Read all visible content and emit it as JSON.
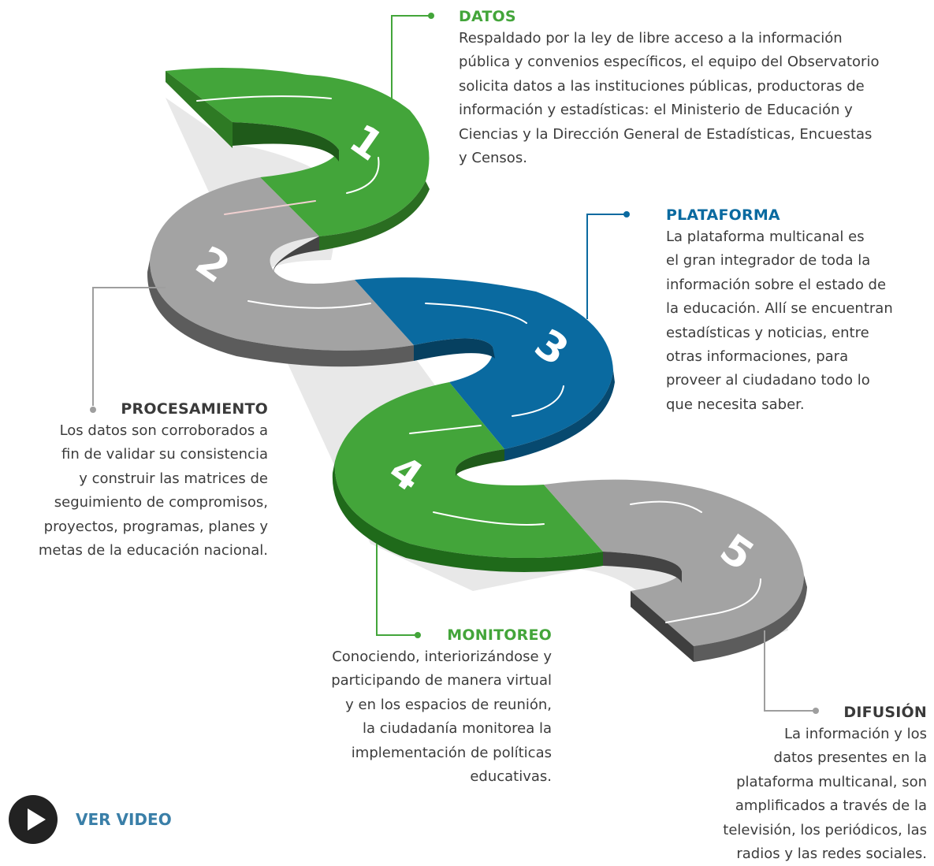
{
  "steps": [
    {
      "number": "1",
      "title": "DATOS",
      "description": "Respaldado por la ley de libre acceso a la información\npública y convenios específicos, el equipo del Observatorio\nsolicita datos a las instituciones públicas, productoras de\ninformación y estadísticas: el Ministerio de Educación y\nCiencias y la Dirección General de Estadísticas, Encuestas\ny Censos.",
      "color": "#43a53a"
    },
    {
      "number": "2",
      "title": "PROCESAMIENTO",
      "description": "Los datos son corroborados a\nfin de validar su consistencia\ny construir las matrices de\nseguimiento de compromisos,\nproyectos, programas, planes y\nmetas de la educación nacional.",
      "color": "#9e9e9e"
    },
    {
      "number": "3",
      "title": "PLATAFORMA",
      "description": "La plataforma multicanal es\nel gran integrador de toda la\ninformación sobre el estado de\nla educación. Allí se encuentran\nestadísticas y noticias, entre\notras informaciones, para\nproveer al ciudadano todo lo\nque necesita saber.",
      "color": "#0a6aa0"
    },
    {
      "number": "4",
      "title": "MONITOREO",
      "description": "Conociendo, interiorizándose y\nparticipando de manera virtual\ny en los espacios de reunión,\nla ciudadanía monitorea la\nimplementación de políticas\neducativas.",
      "color": "#43a53a"
    },
    {
      "number": "5",
      "title": "DIFUSIÓN",
      "description": "La información y los\ndatos presentes en la\nplataforma multicanal, son\namplificados a través de la\ntelevisión, los periódicos, las\nradios y las redes sociales.",
      "color": "#9e9e9e"
    }
  ],
  "video": {
    "label": "VER VIDEO",
    "icon": "play-icon"
  }
}
